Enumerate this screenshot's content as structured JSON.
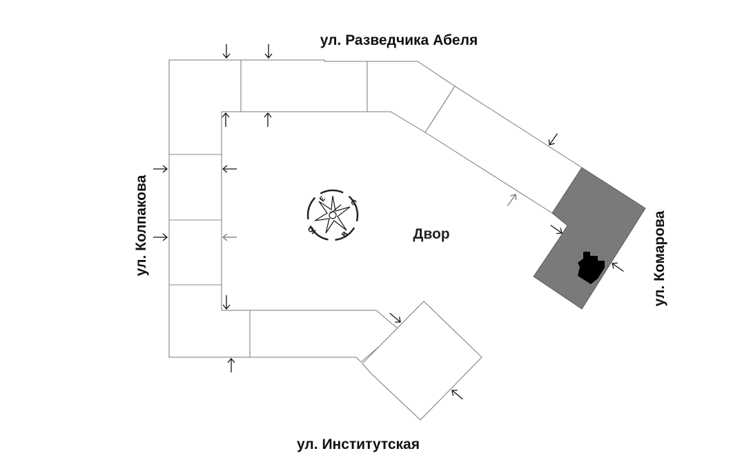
{
  "streets": {
    "north": "ул. Разведчика Абеля",
    "west": "ул. Колпакова",
    "east": "ул. Комарова",
    "south": "ул. Институтская"
  },
  "yard_label": "Двор",
  "compass": {
    "north": "С",
    "east": "В",
    "south": "Ю",
    "west": "З"
  },
  "colors": {
    "highlighted_section": "#7a7a7a",
    "selected_unit": "#000000",
    "building_outline": "#777777"
  },
  "icons": [
    "entrance-arrow-icon",
    "compass-rose-icon"
  ]
}
